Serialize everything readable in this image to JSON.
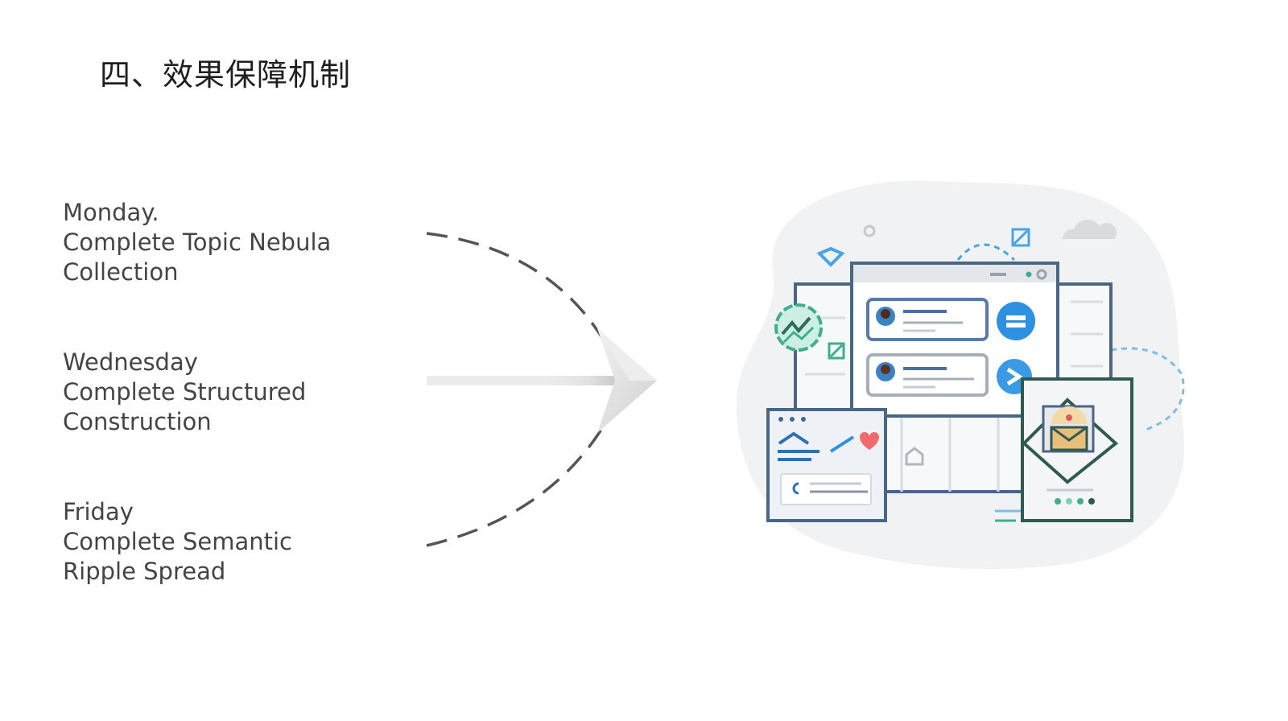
{
  "slide": {
    "title": "四、效果保障机制",
    "schedule": [
      {
        "lines": [
          "Monday.",
          "Complete Topic Nebula",
          "Collection"
        ]
      },
      {
        "lines": [
          "Wednesday",
          "Complete Structured",
          "Construction"
        ]
      },
      {
        "lines": [
          "Friday",
          "Complete Semantic",
          "Ripple Spread"
        ]
      }
    ]
  },
  "colors": {
    "text": "#444444",
    "title": "#1f1f1f",
    "dash": "#555555",
    "frame": "#4a6685",
    "accent_blue": "#2f8fe0",
    "accent_green": "#3fae8e"
  },
  "icons": {
    "connector": "converging-arrow-icon",
    "illustration": "dashboard-illustration-icon"
  }
}
